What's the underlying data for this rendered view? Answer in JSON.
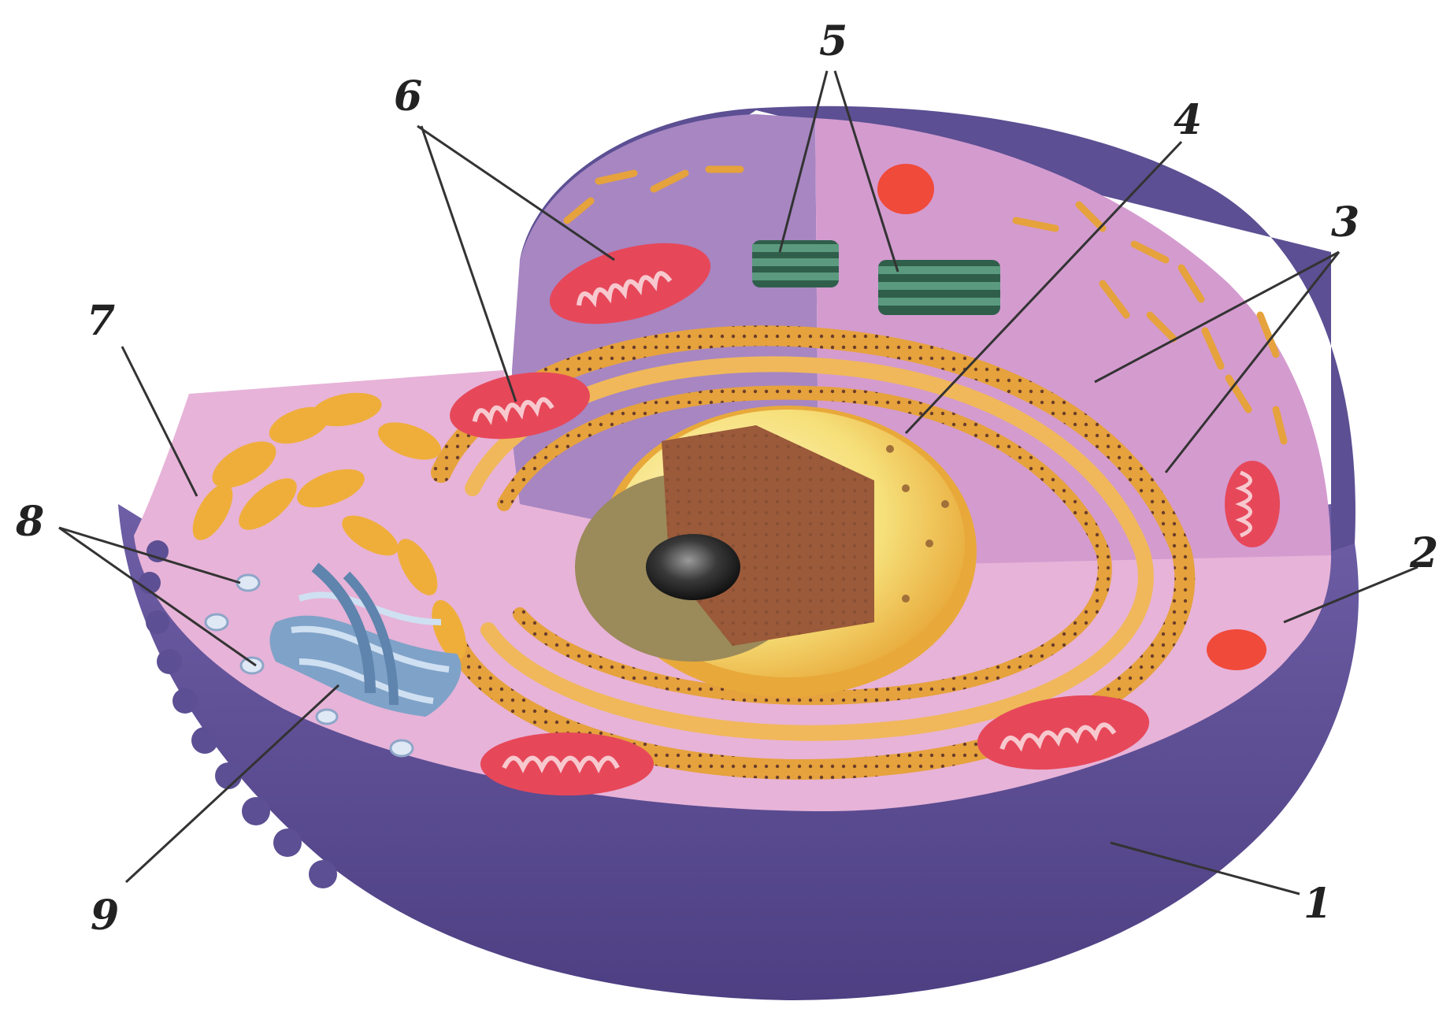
{
  "colors": {
    "background": "#ffffff",
    "membrane_dark": "#5c4f93",
    "membrane_mid": "#6e5ea6",
    "cytoplasm_pink": "#e7b3d8",
    "cytoplasm_violet": "#a786c2",
    "cytoplasm_magenta": "#d49bcf",
    "er_orange": "#e6a23c",
    "mitochondria_red": "#e6485a",
    "golgi_blue": "#7fa2c8",
    "centriole_green": "#3f7a63",
    "nucleus_yellow": "#f6e07a",
    "nucleus_brown": "#9b5a3a",
    "nucleolus": "#2a2a2a",
    "leader_line": "#333333"
  },
  "labels": [
    {
      "id": "1",
      "text": "1"
    },
    {
      "id": "2",
      "text": "2"
    },
    {
      "id": "3",
      "text": "3"
    },
    {
      "id": "4",
      "text": "4"
    },
    {
      "id": "5",
      "text": "5"
    },
    {
      "id": "6",
      "text": "6"
    },
    {
      "id": "7",
      "text": "7"
    },
    {
      "id": "8",
      "text": "8"
    },
    {
      "id": "9",
      "text": "9"
    }
  ]
}
